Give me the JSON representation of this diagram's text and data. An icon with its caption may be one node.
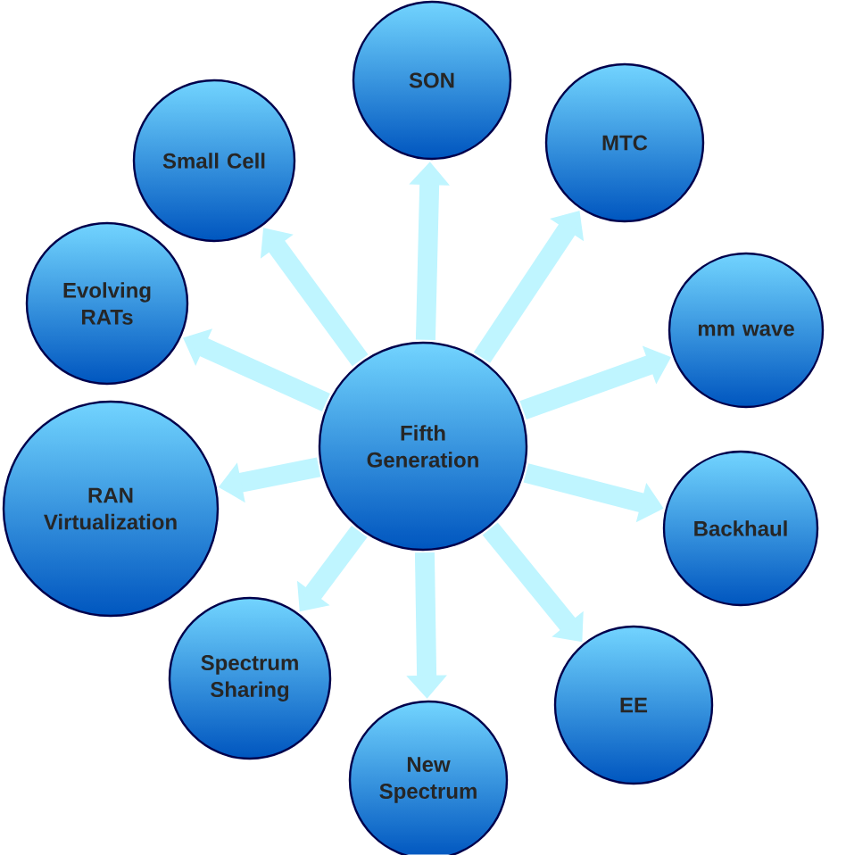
{
  "diagram": {
    "nodes": [
      {
        "text": [
          "Fifth Generation"
        ]
      },
      {
        "text": [
          "SON"
        ]
      },
      {
        "text": [
          "MTC"
        ]
      },
      {
        "text": [
          "mm wave"
        ]
      },
      {
        "text": [
          "Backhaul"
        ]
      },
      {
        "text": [
          "EE"
        ]
      },
      {
        "text": [
          "New Spectrum"
        ]
      },
      {
        "text": [
          "Spectrum Sharing"
        ]
      },
      {
        "text": [
          "RAN Virtualization"
        ]
      },
      {
        "text": [
          "Evolving RATs"
        ]
      },
      {
        "text": [
          "Small Cell"
        ]
      }
    ],
    "edges": [
      {
        "from": 0,
        "to": 1,
        "arrow": "to"
      },
      {
        "from": 0,
        "to": 2,
        "arrow": "to"
      },
      {
        "from": 0,
        "to": 3,
        "arrow": "to"
      },
      {
        "from": 0,
        "to": 4,
        "arrow": "to"
      },
      {
        "from": 0,
        "to": 5,
        "arrow": "to"
      },
      {
        "from": 0,
        "to": 6,
        "arrow": "to"
      },
      {
        "from": 0,
        "to": 7,
        "arrow": "to"
      },
      {
        "from": 0,
        "to": 8,
        "arrow": "to"
      },
      {
        "from": 0,
        "to": 9,
        "arrow": "to"
      },
      {
        "from": 0,
        "to": 10,
        "arrow": "to"
      }
    ]
  }
}
